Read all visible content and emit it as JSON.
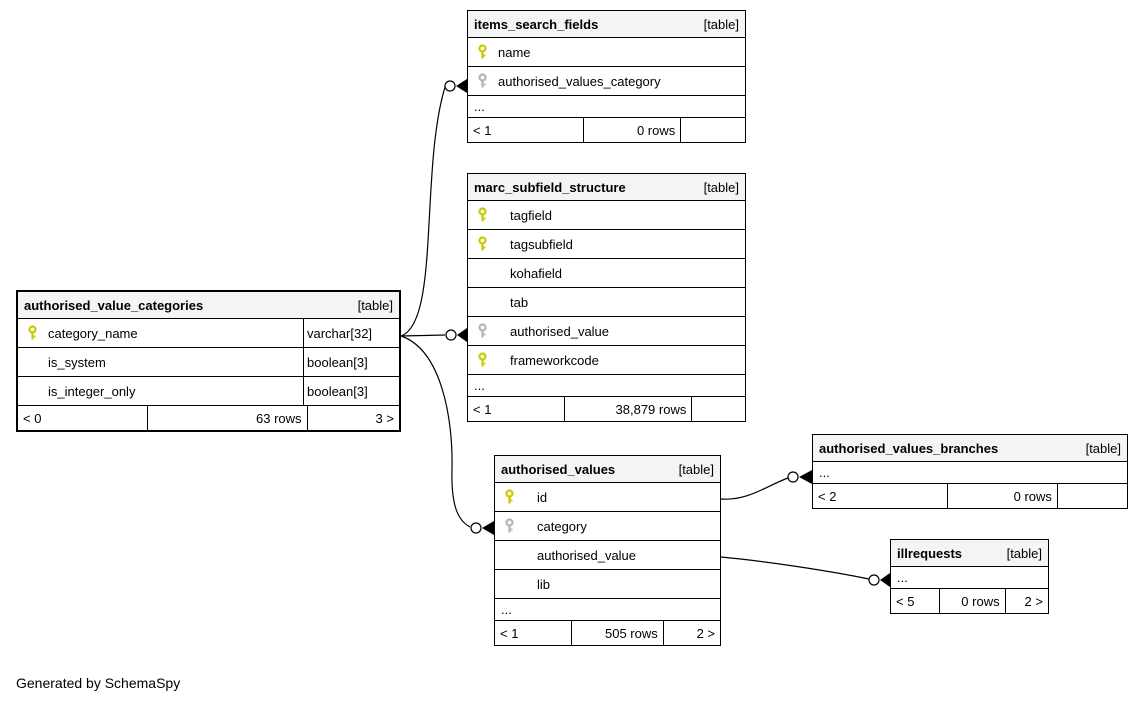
{
  "page": {
    "generated_by": "Generated by SchemaSpy"
  },
  "colors": {
    "header_bg": "#f4f4f4",
    "key_primary": "#c9c900",
    "key_foreign": "#b4b4b4",
    "line": "#000000",
    "background": "#ffffff"
  },
  "tables": [
    {
      "name": "items_search_fields",
      "badge": "[table]",
      "columns": [
        {
          "name": "name",
          "key": "primary"
        },
        {
          "name": "authorised_values_category",
          "key": "foreign"
        }
      ],
      "ellipsis": "...",
      "footer": {
        "left": "< 1",
        "rows": "0 rows",
        "right": ""
      }
    },
    {
      "name": "marc_subfield_structure",
      "badge": "[table]",
      "columns": [
        {
          "name": "tagfield",
          "key": "primary"
        },
        {
          "name": "tagsubfield",
          "key": "primary"
        },
        {
          "name": "kohafield",
          "key": null
        },
        {
          "name": "tab",
          "key": null
        },
        {
          "name": "authorised_value",
          "key": "foreign"
        },
        {
          "name": "frameworkcode",
          "key": "primary"
        }
      ],
      "ellipsis": "...",
      "footer": {
        "left": "< 1",
        "rows": "38,879 rows",
        "right": ""
      }
    },
    {
      "name": "authorised_value_categories",
      "badge": "[table]",
      "columns": [
        {
          "name": "category_name",
          "key": "primary",
          "type": "varchar[32]"
        },
        {
          "name": "is_system",
          "key": null,
          "type": "boolean[3]"
        },
        {
          "name": "is_integer_only",
          "key": null,
          "type": "boolean[3]"
        }
      ],
      "ellipsis": null,
      "footer": {
        "left": "< 0",
        "rows": "63 rows",
        "right": "3 >"
      }
    },
    {
      "name": "authorised_values",
      "badge": "[table]",
      "columns": [
        {
          "name": "id",
          "key": "primary"
        },
        {
          "name": "category",
          "key": "foreign"
        },
        {
          "name": "authorised_value",
          "key": null
        },
        {
          "name": "lib",
          "key": null
        }
      ],
      "ellipsis": "...",
      "footer": {
        "left": "< 1",
        "rows": "505 rows",
        "right": "2 >"
      }
    },
    {
      "name": "authorised_values_branches",
      "badge": "[table]",
      "columns": [],
      "ellipsis": "...",
      "footer": {
        "left": "< 2",
        "rows": "0 rows",
        "right": ""
      }
    },
    {
      "name": "illrequests",
      "badge": "[table]",
      "columns": [],
      "ellipsis": "...",
      "footer": {
        "left": "< 5",
        "rows": "0 rows",
        "right": "2 >"
      }
    }
  ],
  "relationships": [
    {
      "from": "authorised_value_categories.category_name",
      "to": "items_search_fields.authorised_values_category"
    },
    {
      "from": "authorised_value_categories.category_name",
      "to": "marc_subfield_structure.authorised_value"
    },
    {
      "from": "authorised_value_categories.category_name",
      "to": "authorised_values.category"
    },
    {
      "from": "authorised_values.id",
      "to": "authorised_values_branches"
    },
    {
      "from": "authorised_values.authorised_value",
      "to": "illrequests"
    }
  ]
}
